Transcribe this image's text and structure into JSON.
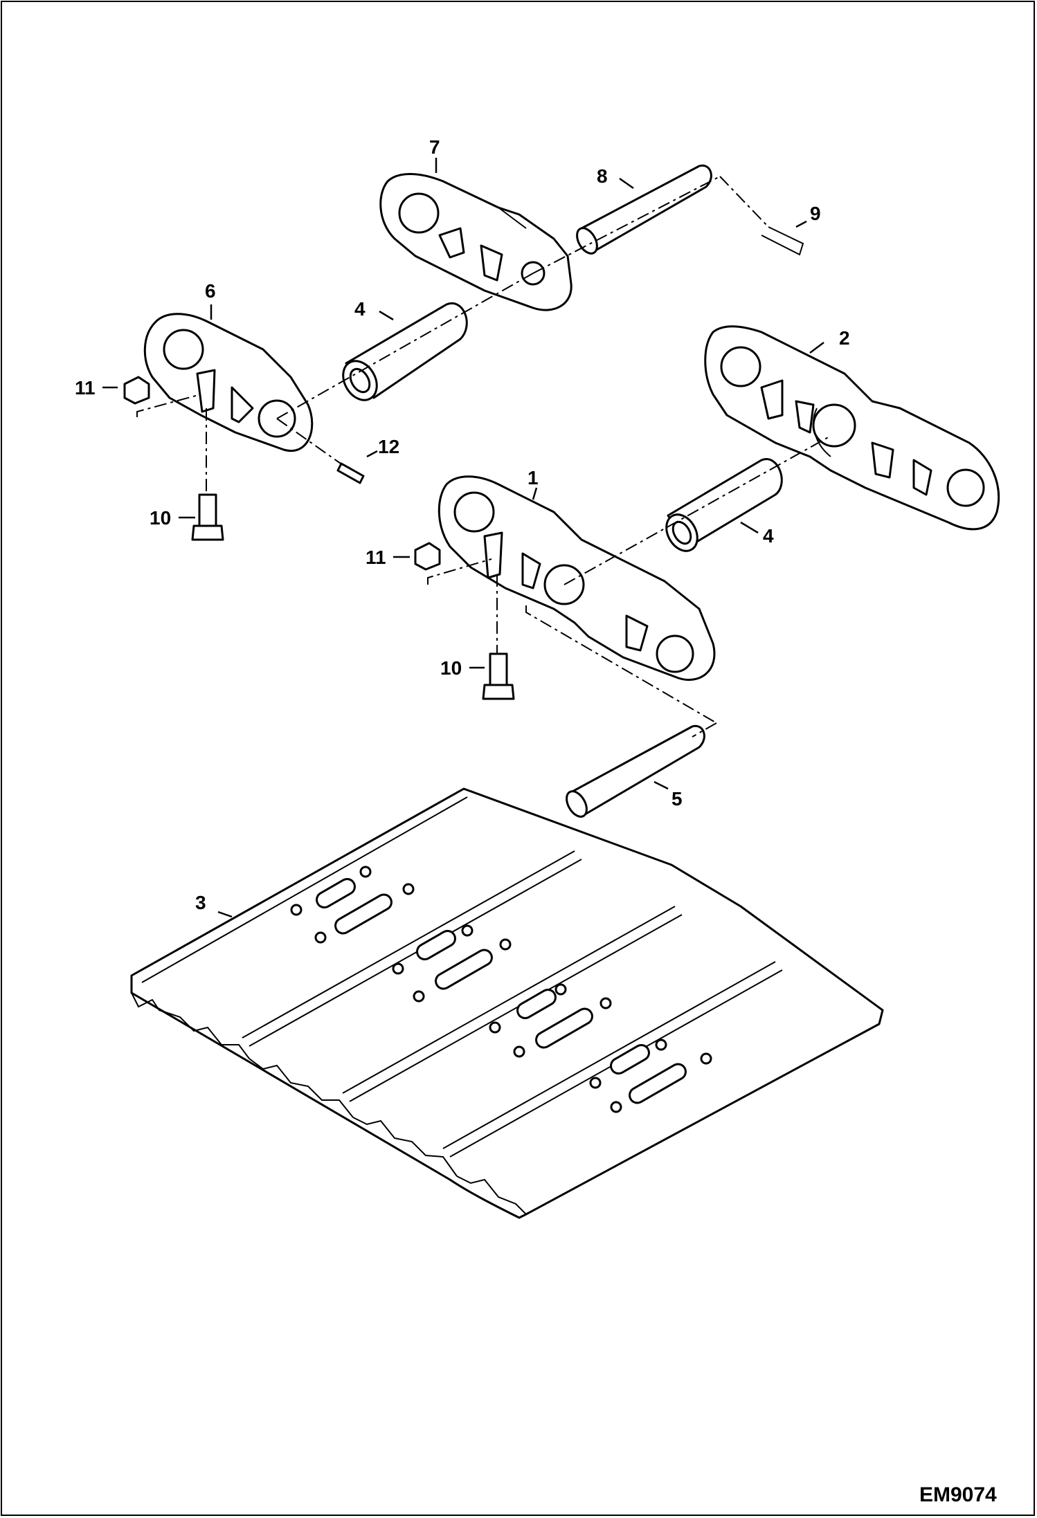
{
  "figure_code": "EM9074",
  "callouts": {
    "c1": "1",
    "c2": "2",
    "c3": "3",
    "c4a": "4",
    "c4b": "4",
    "c5": "5",
    "c6": "6",
    "c7": "7",
    "c8": "8",
    "c9": "9",
    "c10a": "10",
    "c10b": "10",
    "c11a": "11",
    "c11b": "11",
    "c12": "12"
  }
}
